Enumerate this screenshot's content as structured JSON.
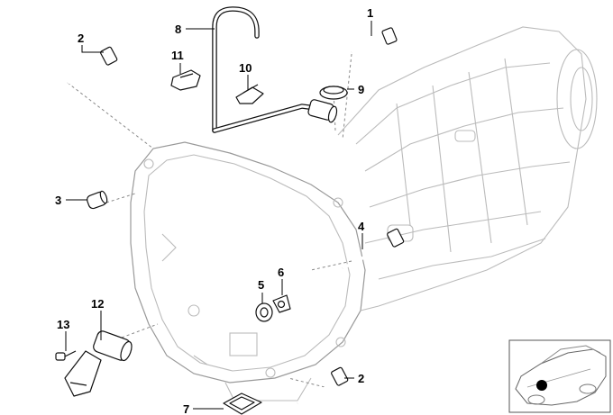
{
  "callouts": {
    "c1": "1",
    "c2a": "2",
    "c2b": "2",
    "c3": "3",
    "c4": "4",
    "c5": "5",
    "c6": "6",
    "c7": "7",
    "c8": "8",
    "c9": "9",
    "c10": "10",
    "c11": "11",
    "c12": "12",
    "c13": "13"
  },
  "colors": {
    "line": "#111111",
    "housing": "#bbbbbb",
    "locator_dot": "#000000"
  }
}
